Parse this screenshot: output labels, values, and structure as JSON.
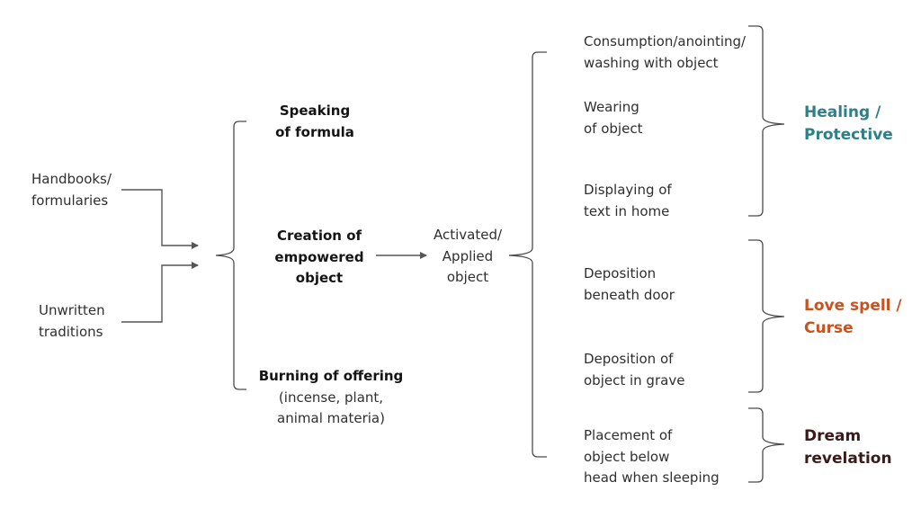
{
  "sources": {
    "handbooks": [
      "Handbooks/",
      "formularies"
    ],
    "unwritten": [
      "Unwritten",
      "traditions"
    ]
  },
  "methods": {
    "speaking": [
      "Speaking",
      "of formula"
    ],
    "creation": [
      "Creation of",
      "empowered",
      "object"
    ],
    "burning": [
      "Burning of offering"
    ],
    "burning_note": [
      "(incense, plant,",
      "animal materia)"
    ]
  },
  "activated": [
    "Activated/",
    "Applied",
    "object"
  ],
  "applications": {
    "consumption": [
      "Consumption/anointing/",
      "washing with object"
    ],
    "wearing": [
      "Wearing",
      "of object"
    ],
    "displaying": [
      "Displaying of",
      "text in home"
    ],
    "door": [
      "Deposition",
      "beneath door"
    ],
    "grave": [
      "Deposition of",
      "object in grave"
    ],
    "placement": [
      "Placement of",
      "object below",
      "head when sleeping"
    ]
  },
  "outcomes": {
    "healing": [
      "Healing /",
      "Protective"
    ],
    "love": [
      "Love spell /",
      "Curse"
    ],
    "dream": [
      "Dream",
      "revelation"
    ]
  },
  "colors": {
    "healing": "#2f7f86",
    "love": "#c9521f",
    "dream": "#3a1a1a",
    "lines": "#555555"
  }
}
